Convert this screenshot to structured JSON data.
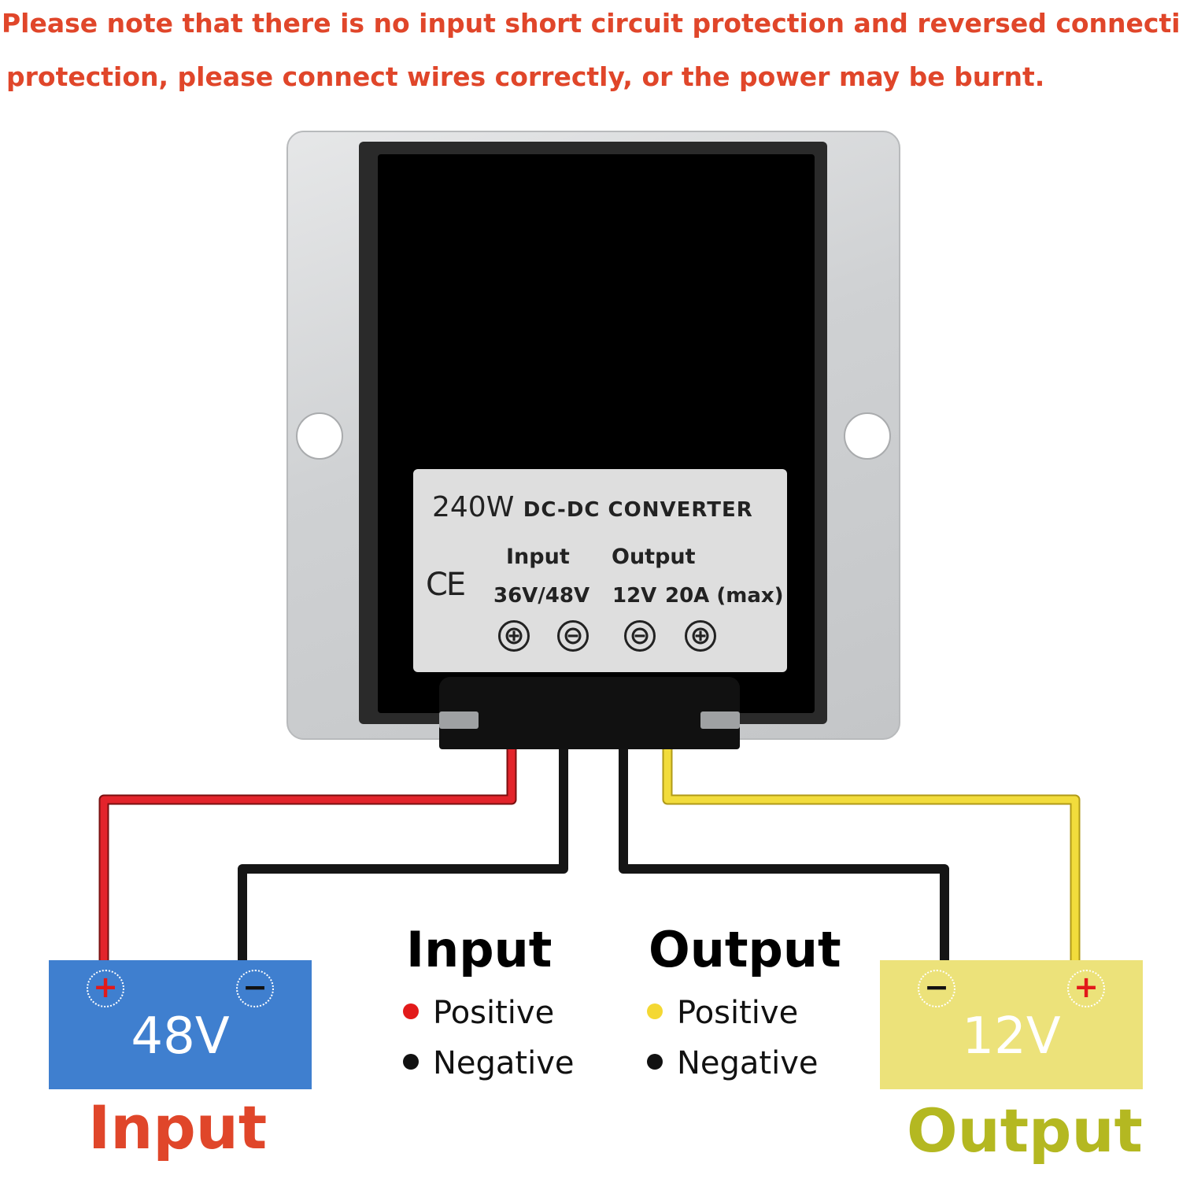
{
  "warning": {
    "line1": "Please note that there is no input short circuit protection and reversed connection",
    "line2": "protection, please connect wires correctly, or the power may be burnt."
  },
  "converter_label": {
    "power": "240W",
    "title": "DC-DC CONVERTER",
    "input_heading": "Input",
    "output_heading": "Output",
    "cert": "CE",
    "input_voltage": "36V/48V",
    "output_voltage": "12V",
    "output_current": "20A (max)",
    "terminals": [
      "⊕",
      "⊖",
      "⊖",
      "⊕"
    ]
  },
  "input_battery": {
    "voltage": "48V",
    "plus": "+",
    "minus": "−",
    "caption": "Input",
    "color": "#3f7fcf",
    "caption_color": "#e0462a"
  },
  "output_battery": {
    "voltage": "12V",
    "plus": "+",
    "minus": "−",
    "caption": "Output",
    "color": "#ece27a",
    "caption_color": "#b4b821"
  },
  "legend": {
    "input_title": "Input",
    "output_title": "Output",
    "positive": "Positive",
    "negative": "Negative",
    "input_positive_color": "#e21a1a",
    "output_positive_color": "#f4d833",
    "negative_color": "#111111"
  },
  "wire_colors": {
    "red": "#e3242b",
    "black": "#151515",
    "yellow": "#f2dc3c"
  }
}
